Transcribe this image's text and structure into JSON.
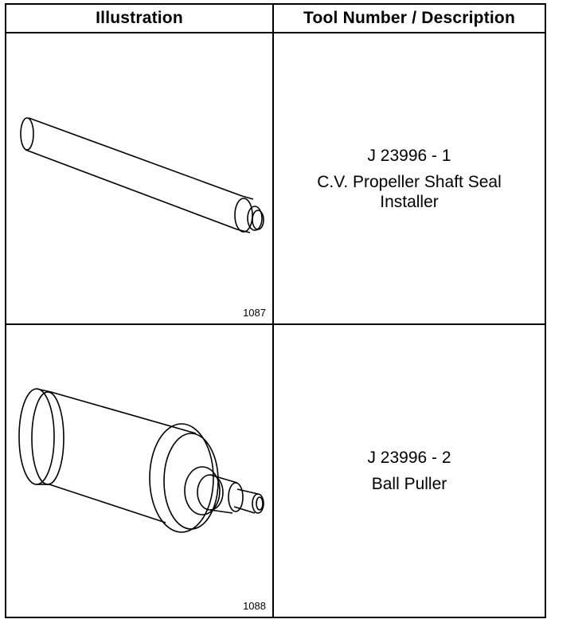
{
  "header": {
    "col1": "Illustration",
    "col2": "Tool Number / Description"
  },
  "rows": [
    {
      "figure_number": "1087",
      "tool_number": "J 23996 - 1",
      "description_lines": [
        "C.V. Propeller Shaft Seal",
        "Installer"
      ],
      "icon": "shaft-seal-installer-drawing"
    },
    {
      "figure_number": "1088",
      "tool_number": "J 23996 - 2",
      "description_lines": [
        "Ball Puller"
      ],
      "icon": "ball-puller-drawing"
    }
  ]
}
